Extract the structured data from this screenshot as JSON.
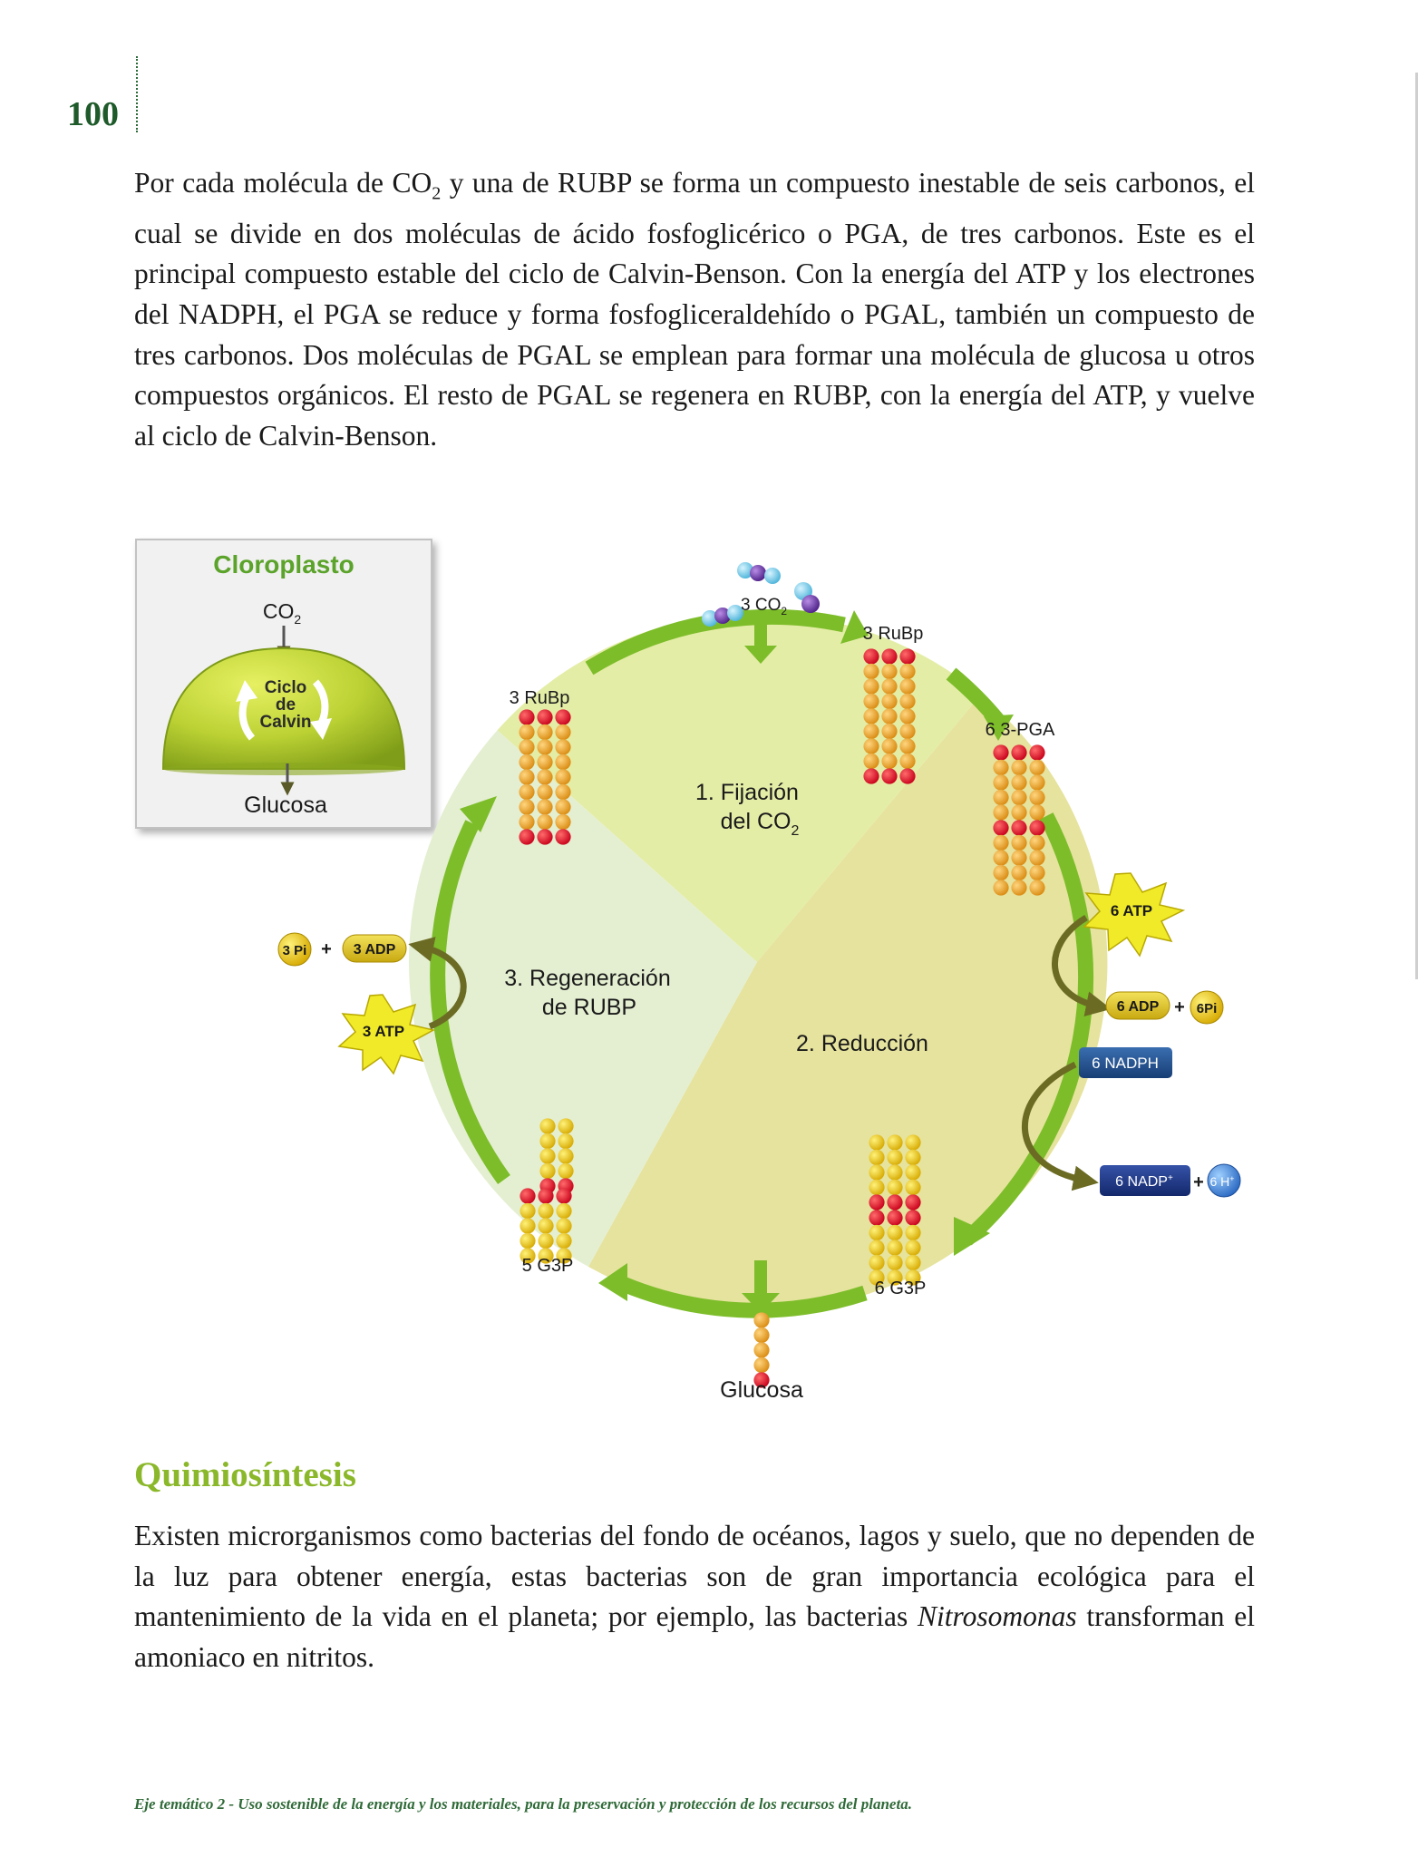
{
  "page": {
    "number": "100",
    "paragraph1": {
      "p1": "Por cada molécula de CO",
      "sub": "2",
      "p2": " y una de RUBP se forma un compuesto inestable de seis carbonos, el cual se divide en dos moléculas de ácido fosfoglicérico o PGA, de tres carbonos. Este es el principal compuesto estable del ciclo de Calvin-Benson. Con la energía del ATP y los electrones del NADPH, el PGA se reduce y forma fosfogliceraldehído o PGAL, también un compuesto de tres carbonos. Dos moléculas de PGAL se emplean para formar una molécula de glucosa u otros compuestos orgánicos. El resto de PGAL se regenera en RUBP, con la energía del ATP, y vuelve al ciclo de Calvin-Benson."
    },
    "section_heading": "Quimiosíntesis",
    "paragraph2": {
      "before": "Existen microrganismos como bacterias del fondo de océanos, lagos y suelo, que no dependen de la luz para obtener energía, estas bacterias son de gran importancia ecológica para el mantenimiento de la vida en el planeta; por ejemplo, las bacterias ",
      "italic": "Nitrosomonas",
      "after": " transforman el amoniaco en nitritos."
    },
    "footer": "Eje temático 2 - Uso sostenible de la energía y los materiales, para la preservación y protección de los recursos del planeta."
  },
  "diagram": {
    "inset": {
      "title": "Cloroplasto",
      "co2": "CO",
      "co2_sub": "2",
      "cycle_l1": "Ciclo",
      "cycle_l2": "de",
      "cycle_l3": "Calvin",
      "glucose": "Glucosa"
    },
    "phases": {
      "fixation_l1": "1. Fijación",
      "fixation_l2": "del CO",
      "fixation_sub": "2",
      "reduction": "2. Reducción",
      "regeneration_l1": "3. Regeneración",
      "regeneration_l2": "de RUBP"
    },
    "molecules": {
      "co2_in": "3 CO",
      "co2_in_sub": "2",
      "rubp_top": "3 RuBp",
      "rubp_left": "3 RuBp",
      "pga": "6 3-PGA",
      "g3p_right": "6 G3P",
      "g3p_left": "5 G3P",
      "glucose_out": "Glucosa"
    },
    "energy": {
      "atp_right": "6 ATP",
      "adp_right": "6 ADP",
      "pi_right": "6Pi",
      "nadph": "6 NADPH",
      "nadp": "6 NADP",
      "nadp_sup": "+",
      "h_plus": "6 H",
      "h_sup": "+",
      "atp_left": "3 ATP",
      "adp_left": "3 ADP",
      "pi_left": "3 Pi",
      "plus": "+"
    },
    "colors": {
      "cycle_arrow": "#7dbd2a",
      "fixation_fill": "#e4eda6",
      "reduction_fill": "#e6e39e",
      "regeneration_fill": "#e4efd1",
      "carbon": "#e29a1c",
      "phosphate": "#d7102a",
      "energy_arrow": "#6b6b24",
      "nadph_box": "#1f4f8a",
      "nadp_box": "#1f3785",
      "atp_star": "#f0ea28",
      "adp_pill": "#e1cc1c",
      "heading_green": "#8bb82a",
      "page_number": "#1e5a2a"
    }
  }
}
